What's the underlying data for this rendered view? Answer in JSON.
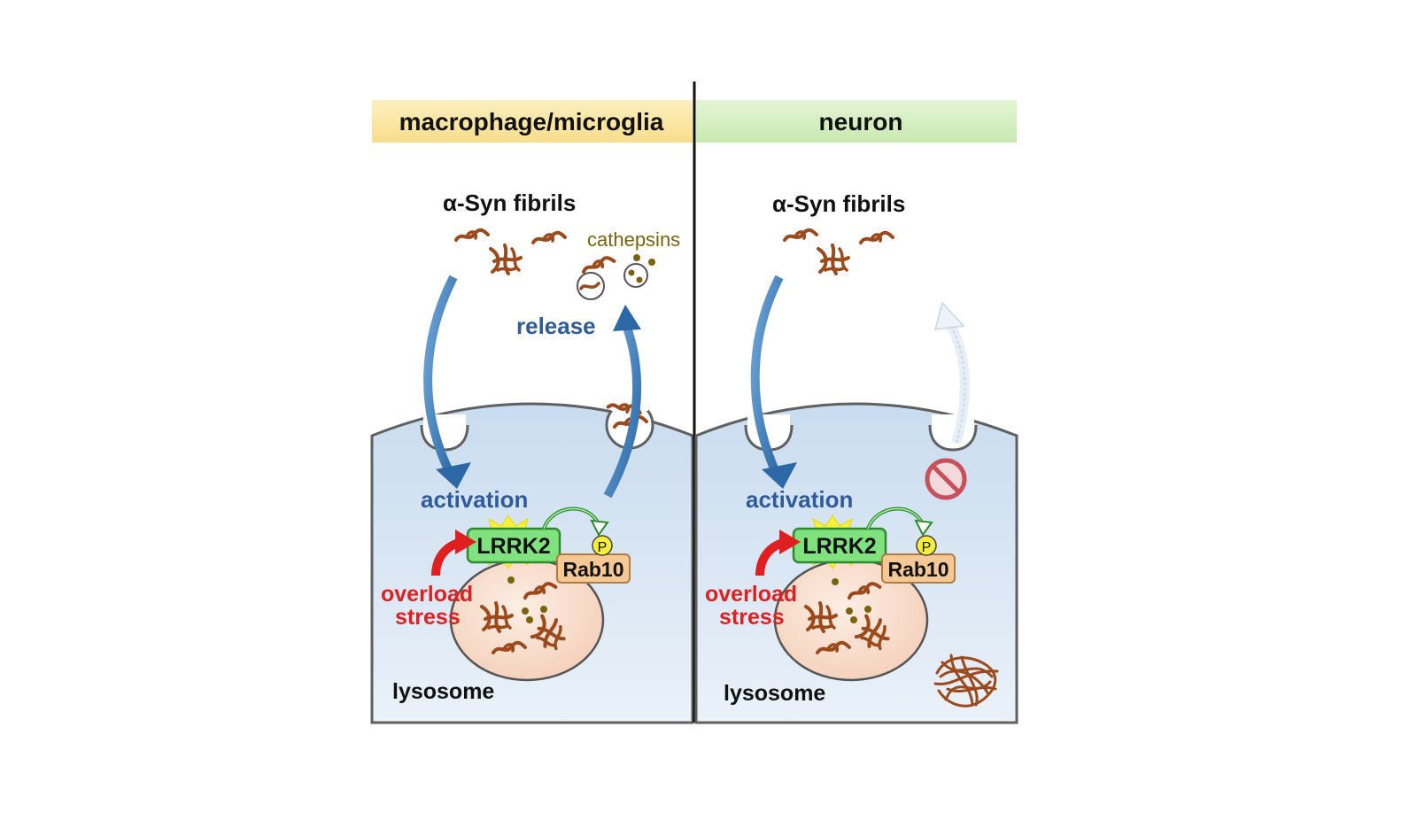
{
  "panels": [
    {
      "id": "macrophage",
      "header": "macrophage/microglia",
      "fibrils_label": "α-Syn fibrils",
      "cathepsins_label": "cathepsins",
      "release_label": "release",
      "activation_label": "activation",
      "kinase_label": "LRRK2",
      "substrate_label": "Rab10",
      "phospho_label": "P",
      "stress_line1": "overload",
      "stress_line2": "stress",
      "organelle_label": "lysosome"
    },
    {
      "id": "neuron",
      "header": "neuron",
      "fibrils_label": "α-Syn fibrils",
      "activation_label": "activation",
      "kinase_label": "LRRK2",
      "substrate_label": "Rab10",
      "phospho_label": "P",
      "stress_line1": "overload",
      "stress_line2": "stress",
      "organelle_label": "lysosome"
    }
  ],
  "colors": {
    "header_macrophage": "#fbe6a6",
    "header_neuron": "#d6efc4",
    "cytoplasm": "#dbe8f4",
    "arrow_blue": "#3f79ad",
    "label_blue": "#2f5b9a",
    "stress_red": "#e02020",
    "fibril_brown": "#9c4a1c",
    "cathepsin_olive": "#7a6210",
    "lysosome_fill": "#f9e1d3",
    "lrrk2_green": "#7ee07e",
    "rab10_orange": "#f5c896",
    "phospho_yellow": "#f6ee3a",
    "prohibit_red": "#c8505a"
  },
  "icons": [
    "prohibit-icon",
    "phospho-icon",
    "activation-burst-icon"
  ]
}
